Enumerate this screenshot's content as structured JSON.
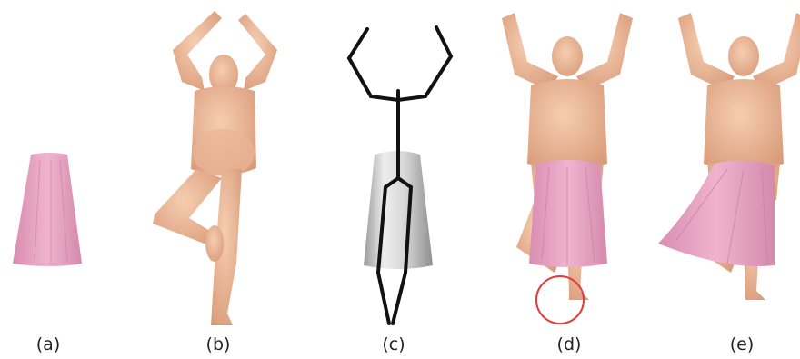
{
  "figure": {
    "panels": [
      {
        "label": "(a)",
        "content": "skirt"
      },
      {
        "label": "(b)",
        "content": "body"
      },
      {
        "label": "(c)",
        "content": "skeleton"
      },
      {
        "label": "(d)",
        "content": "draped-skirt-with-artifact"
      },
      {
        "label": "(e)",
        "content": "draped-skirt"
      }
    ]
  },
  "colors": {
    "skin": "#edbb99",
    "skin_shadow": "#cf9676",
    "skirt": "#e7a3c3",
    "skirt_shadow": "#c47d9f",
    "skeleton": "#111111",
    "gray_skirt": "#cfcfcf",
    "highlight_circle": "#e53a3a"
  }
}
